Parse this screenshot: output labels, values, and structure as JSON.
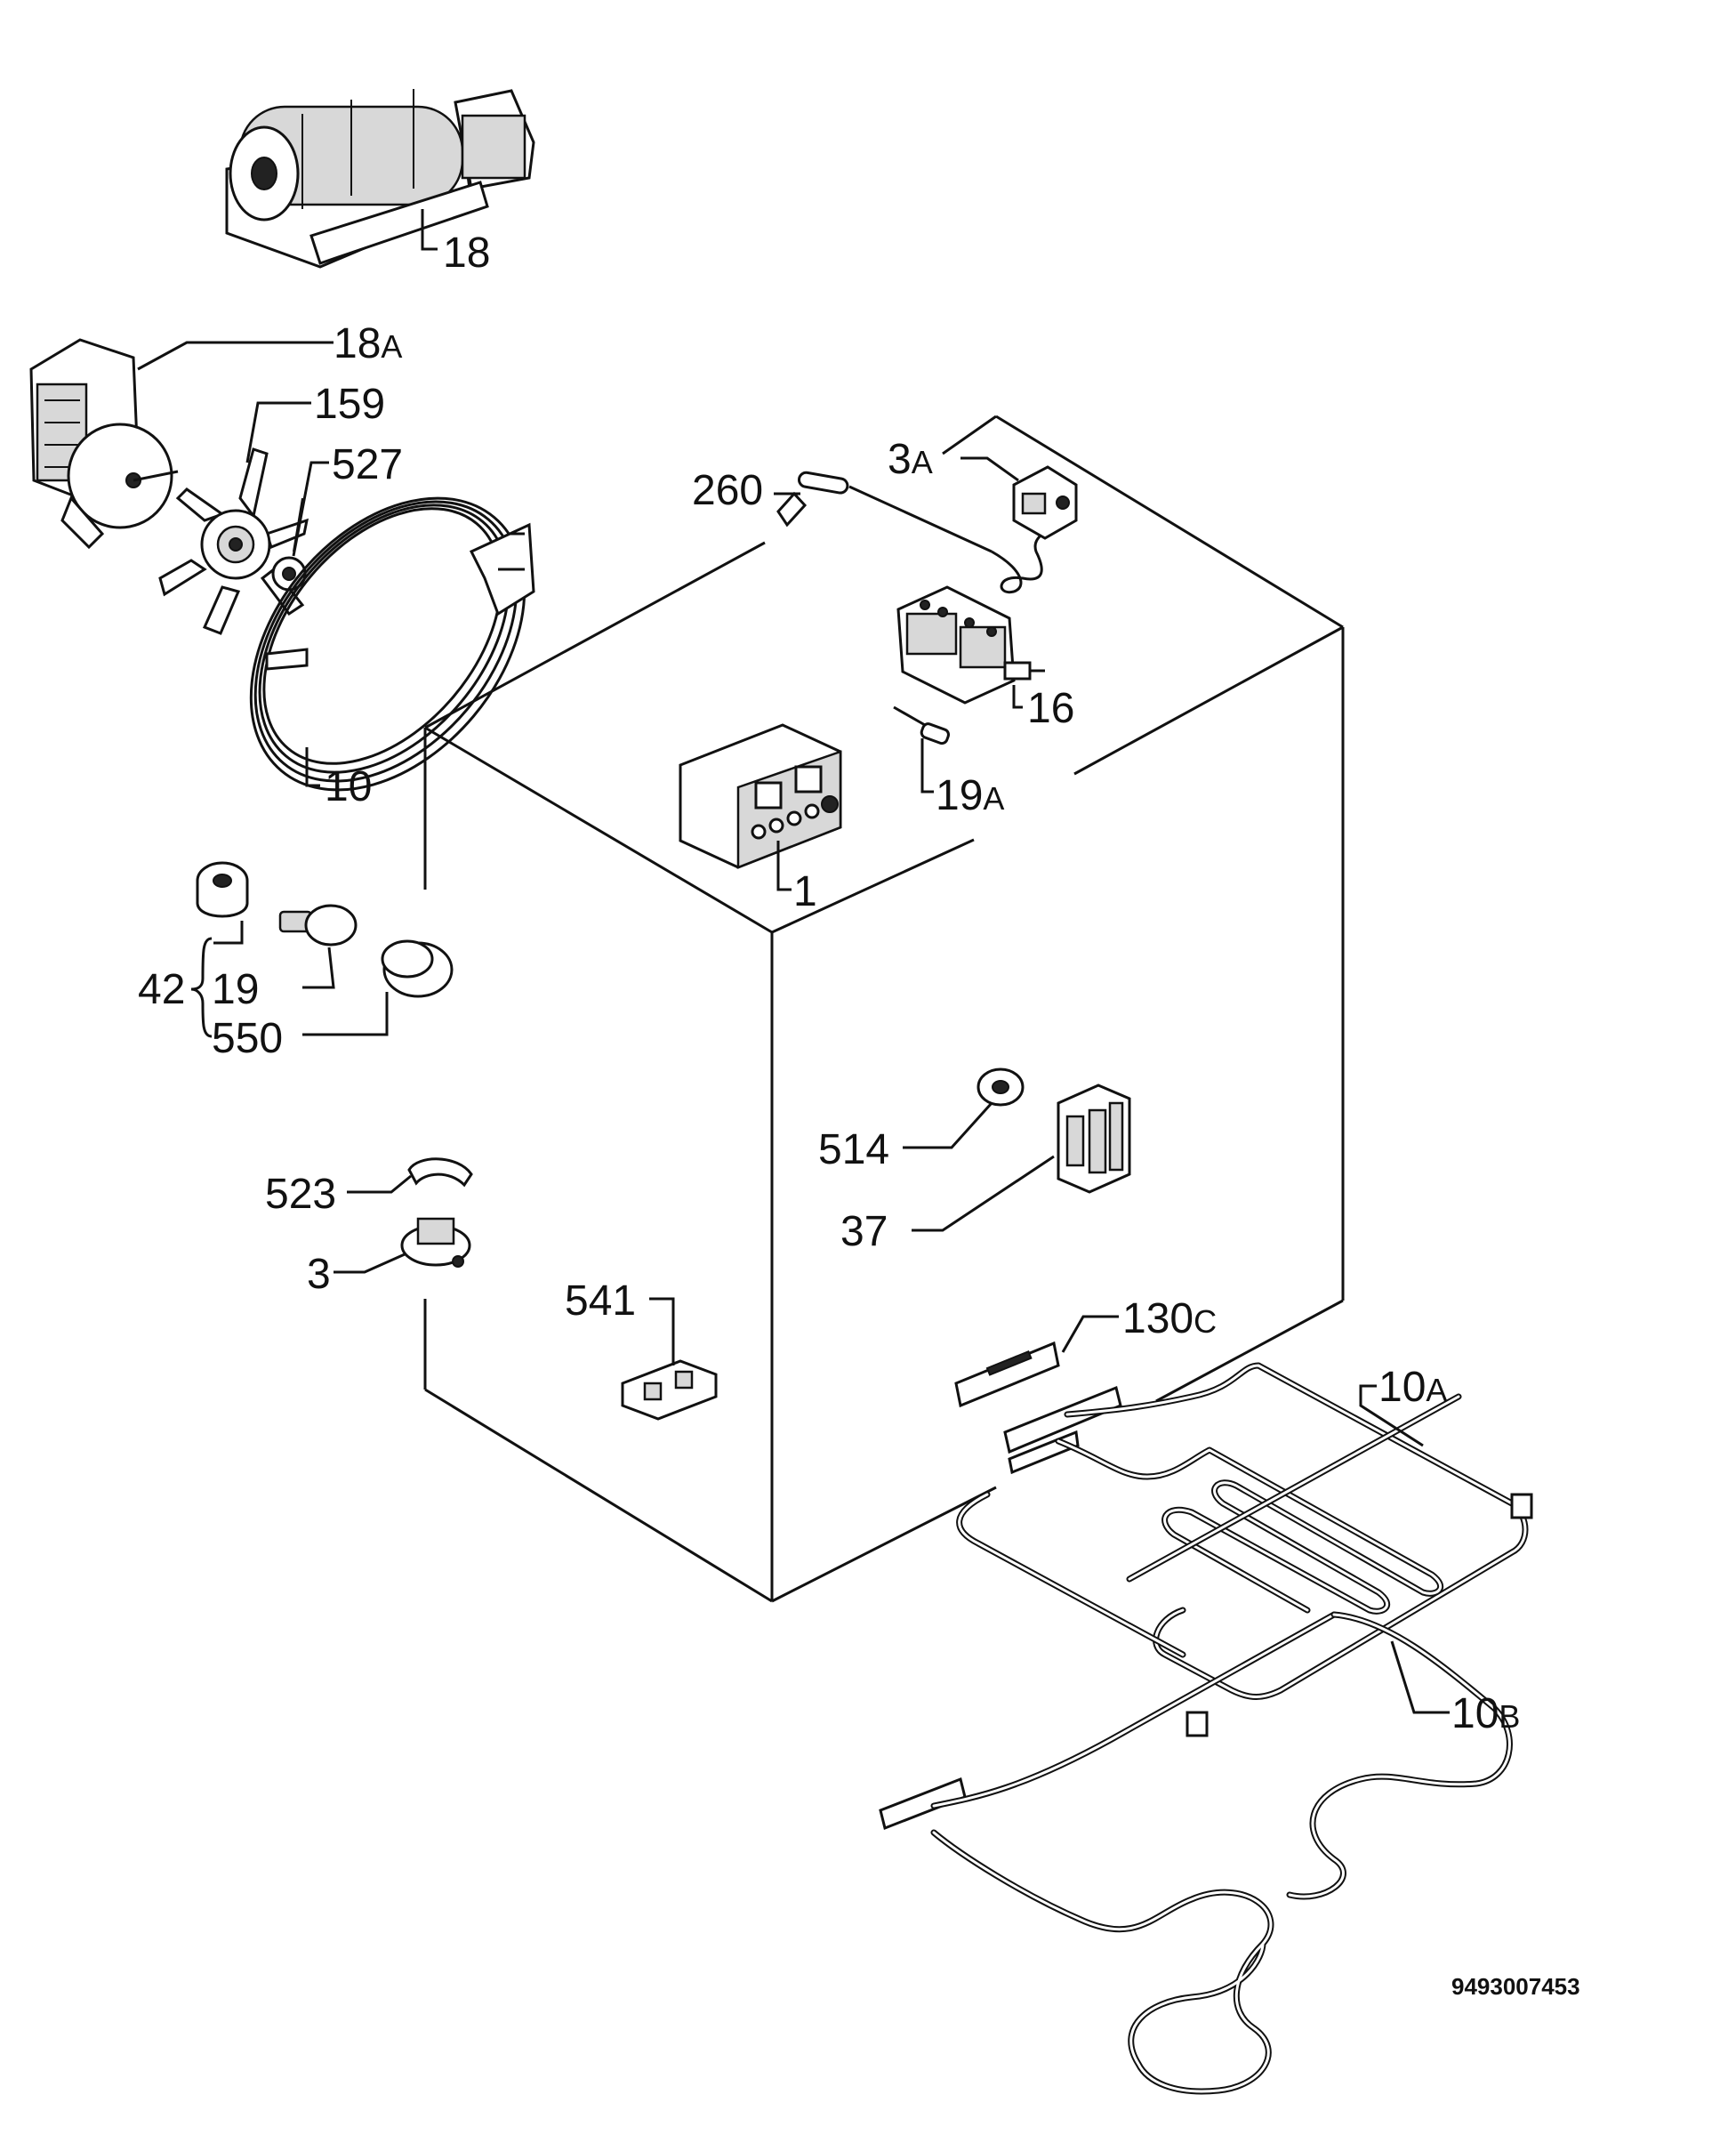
{
  "callouts": {
    "c18": "18",
    "c18a": "18",
    "c18a_suffix": "A",
    "c159": "159",
    "c527": "527",
    "c260": "260",
    "c3a": "3",
    "c3a_suffix": "A",
    "c16": "16",
    "c10": "10",
    "c19a": "19",
    "c19a_suffix": "A",
    "c1": "1",
    "c42": "42",
    "c19": "19",
    "c550": "550",
    "c514": "514",
    "c37": "37",
    "c523": "523",
    "c3": "3",
    "c541": "541",
    "c130c": "130",
    "c130c_suffix": "C",
    "c10a": "10",
    "c10a_suffix": "A",
    "c10b": "10",
    "c10b_suffix": "B"
  },
  "document_number": "9493007453"
}
